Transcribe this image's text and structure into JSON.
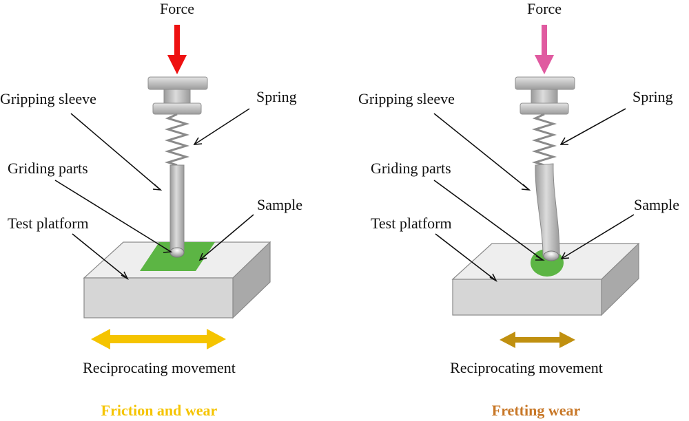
{
  "colors": {
    "force_arrow_left": "#ee1111",
    "force_arrow_right": "#e05aa0",
    "sample_green": "#5cb544",
    "move_arrow_left": "#f5c400",
    "move_arrow_right": "#c09010",
    "title_left": "#f5c400",
    "title_right": "#c87828",
    "platform_gray": "#d6d6d6",
    "rod_gray": "#b8b8b8"
  },
  "left": {
    "force": "Force",
    "gripping_sleeve": "Gripping sleeve",
    "spring": "Spring",
    "griding_parts": "Griding parts",
    "sample": "Sample",
    "test_platform": "Test platform",
    "movement": "Reciprocating movement",
    "title": "Friction and wear"
  },
  "right": {
    "force": "Force",
    "gripping_sleeve": "Gripping sleeve",
    "spring": "Spring",
    "griding_parts": "Griding parts",
    "sample": "Sample",
    "test_platform": "Test platform",
    "movement": "Reciprocating movement",
    "title": "Fretting wear"
  }
}
